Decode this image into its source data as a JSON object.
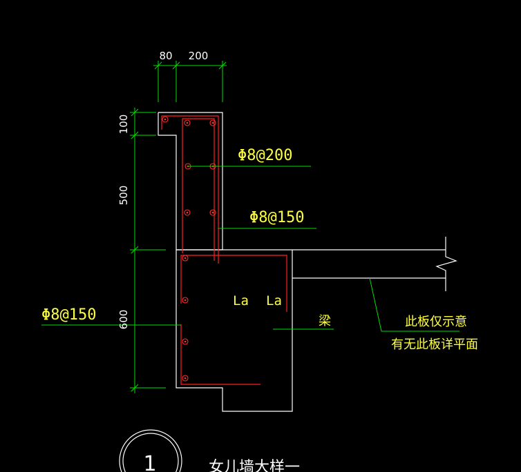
{
  "colors": {
    "background": "#000000",
    "outline": "#ffffff",
    "rebar": "#ff2020",
    "bar_dot": "#ff3030",
    "dimension": "#00e000",
    "leader": "#00e000",
    "label": "#ffff40",
    "la": "#ffff40"
  },
  "dimensions": {
    "top_80": "80",
    "top_200": "200",
    "side_100": "100",
    "side_500": "500",
    "side_600": "600"
  },
  "labels": {
    "rebar_top": "Φ8@200",
    "rebar_mid": "Φ8@150",
    "rebar_left": "Φ8@150",
    "beam": "梁",
    "la_1": "La",
    "la_2": "La",
    "slab_note_1": "此板仅示意",
    "slab_note_2": "有无此板详平面",
    "detail_number": "1",
    "detail_title": "女儿墙大样一"
  }
}
